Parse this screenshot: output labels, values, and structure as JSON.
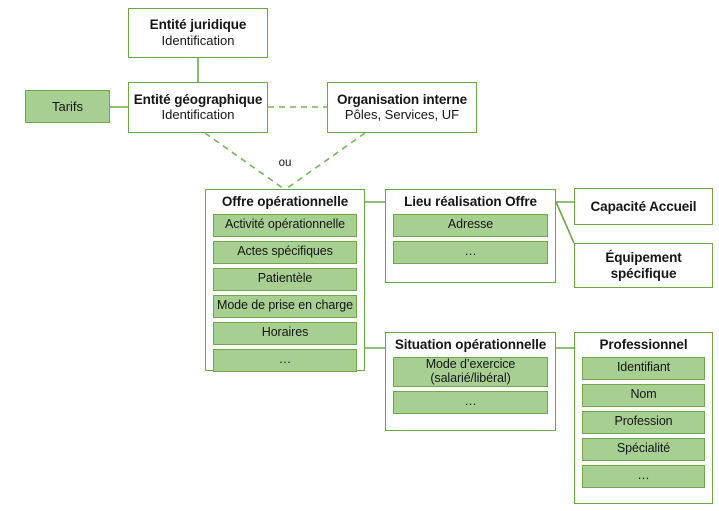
{
  "diagram": {
    "language": "fr",
    "colors": {
      "box_border": "#69a844",
      "box_fill_white": "#ffffff",
      "item_fill_green": "#a8cf92",
      "item_border_green": "#6ea84a",
      "connector_solid": "#6ea84a",
      "connector_dashed": "#79b45a",
      "text": "#161616"
    },
    "nodes": {
      "tarifs": {
        "label": "Tarifs"
      },
      "entite_juridique": {
        "title": "Entité juridique",
        "sub": "Identification"
      },
      "entite_geographique": {
        "title": "Entité géographique",
        "sub": "Identification"
      },
      "organisation_interne": {
        "title": "Organisation interne",
        "sub": "Pôles, Services, UF"
      },
      "capacite_accueil": {
        "title": "Capacité Accueil"
      },
      "equipement_specifique": {
        "title": "Équipement",
        "title2": "spécifique"
      }
    },
    "groups": {
      "offre_operationnelle": {
        "title": "Offre opérationnelle",
        "items": [
          "Activité opérationnelle",
          "Actes spécifiques",
          "Patientèle",
          "Mode de prise en charge",
          "Horaires",
          "…"
        ]
      },
      "lieu_realisation_offre": {
        "title": "Lieu réalisation Offre",
        "items": [
          "Adresse",
          "…"
        ]
      },
      "situation_operationnelle": {
        "title": "Situation opérationnelle",
        "items": [
          "Mode d’exercice\n(salarié/libéral)",
          "…"
        ]
      },
      "professionnel": {
        "title": "Professionnel",
        "items": [
          "Identifiant",
          "Nom",
          "Profession",
          "Spécialité",
          "…"
        ]
      }
    },
    "labels": {
      "ou": "ou"
    }
  }
}
